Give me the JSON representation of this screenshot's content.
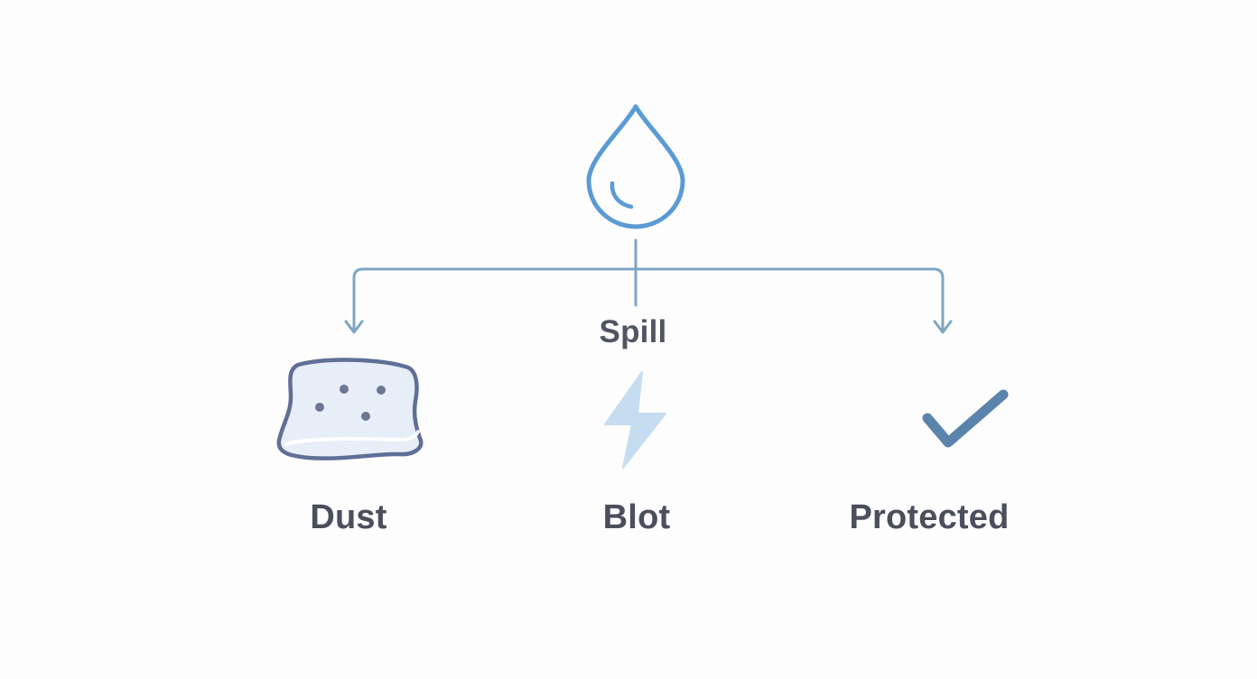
{
  "diagram": {
    "source": {
      "label": "Spill",
      "icon": "water-drop-icon"
    },
    "outcomes": [
      {
        "label": "Dust",
        "icon": "cushion-icon"
      },
      {
        "label": "Blot",
        "icon": "lightning-icon"
      },
      {
        "label": "Protected",
        "icon": "checkmark-icon"
      }
    ],
    "colors": {
      "drop_stroke": "#5b9bd5",
      "connector": "#7ea6c4",
      "cushion_stroke": "#5f6f96",
      "cushion_fill": "#e8eef8",
      "lightning_fill": "#c5dcf1",
      "check_stroke": "#5b84ad",
      "label_text": "#4a4f5c"
    }
  }
}
